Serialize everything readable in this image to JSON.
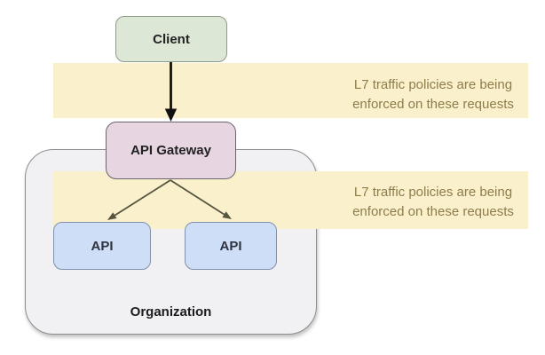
{
  "diagram": {
    "nodes": {
      "client": "Client",
      "api_gateway": "API Gateway",
      "api_left": "API",
      "api_right": "API",
      "organization": "Organization"
    },
    "callouts": [
      {
        "line1": "L7 traffic policies are being",
        "line2": "enforced on these requests"
      },
      {
        "line1": "L7 traffic policies are being",
        "line2": "enforced on these requests"
      }
    ],
    "colors": {
      "client_fill": "#dce8d5",
      "api_gateway_fill": "#e7d5e1",
      "api_fill": "#cedef6",
      "organization_fill": "#f1f1f4",
      "callout_band_fill": "#fbf0cc",
      "callout_text": "#8c7d4b",
      "client_arrow": "#111111",
      "gateway_arrows": "#55553f",
      "background": "#ffffff"
    }
  }
}
